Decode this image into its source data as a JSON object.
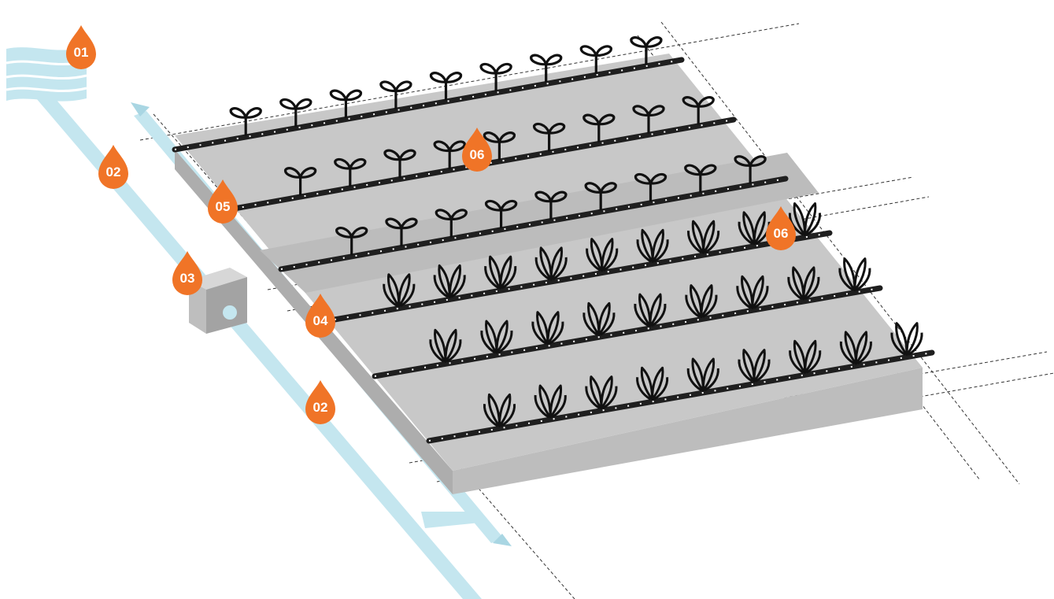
{
  "colors": {
    "water": "#c4e6ef",
    "water_dark": "#a9d6e3",
    "field_top": "#c8c8c8",
    "field_side": "#adadad",
    "field_front": "#bdbdbd",
    "drip_line": "#1f1f1f",
    "plant": "#111111",
    "marker": "#f07427",
    "marker_text": "#ffffff",
    "box_top": "#d7d7d7",
    "box_front": "#bebebe",
    "box_side": "#a3a3a3",
    "guide": "#333333"
  },
  "markers": [
    {
      "id": "01",
      "label": "01"
    },
    {
      "id": "02a",
      "label": "02"
    },
    {
      "id": "02b",
      "label": "02"
    },
    {
      "id": "03",
      "label": "03"
    },
    {
      "id": "04",
      "label": "04"
    },
    {
      "id": "05",
      "label": "05"
    },
    {
      "id": "06a",
      "label": "06"
    },
    {
      "id": "06b",
      "label": "06"
    }
  ],
  "icons": {
    "seedling": "seedling-icon",
    "sprout": "sprout-icon",
    "water_source": "water-source-icon",
    "filter_unit": "filter-unit-icon",
    "drip_line": "drip-line-icon"
  }
}
